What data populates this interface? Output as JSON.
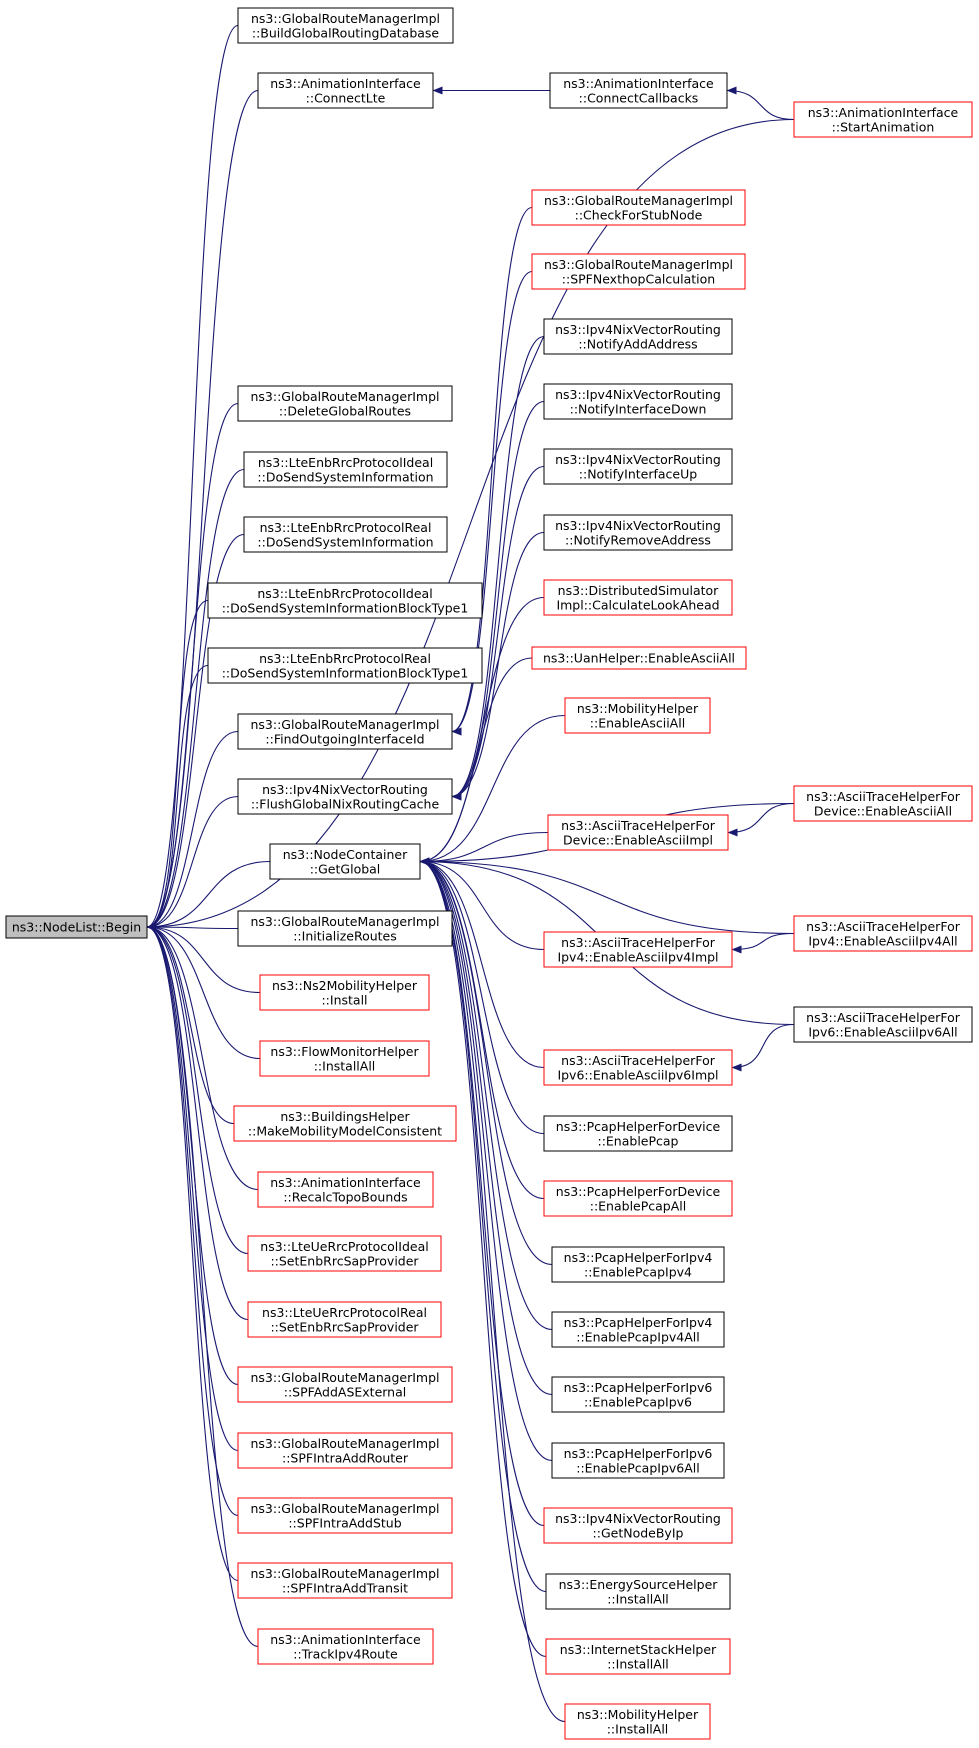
{
  "colors": {
    "edge": "#191970",
    "border_normal": "#000000",
    "border_truncated": "#ff0000",
    "root_fill": "#bfbfbf",
    "node_fill": "#ffffff"
  },
  "root": {
    "id": "nodelist-begin",
    "lines": [
      "ns3::NodeList::Begin"
    ]
  },
  "nodes": [
    {
      "id": "n-build-grdb",
      "lines": [
        "ns3::GlobalRouteManagerImpl",
        "::BuildGlobalRoutingDatabase"
      ],
      "truncated": false
    },
    {
      "id": "n-connect-lte",
      "lines": [
        "ns3::AnimationInterface",
        "::ConnectLte"
      ],
      "truncated": false
    },
    {
      "id": "n-connect-callbacks",
      "lines": [
        "ns3::AnimationInterface",
        "::ConnectCallbacks"
      ],
      "truncated": false
    },
    {
      "id": "n-start-animation",
      "lines": [
        "ns3::AnimationInterface",
        "::StartAnimation"
      ],
      "truncated": true
    },
    {
      "id": "n-check-stub",
      "lines": [
        "ns3::GlobalRouteManagerImpl",
        "::CheckForStubNode"
      ],
      "truncated": true
    },
    {
      "id": "n-spf-nexthop",
      "lines": [
        "ns3::GlobalRouteManagerImpl",
        "::SPFNexthopCalculation"
      ],
      "truncated": true
    },
    {
      "id": "n-nix-add-addr",
      "lines": [
        "ns3::Ipv4NixVectorRouting",
        "::NotifyAddAddress"
      ],
      "truncated": false
    },
    {
      "id": "n-nix-if-down",
      "lines": [
        "ns3::Ipv4NixVectorRouting",
        "::NotifyInterfaceDown"
      ],
      "truncated": false
    },
    {
      "id": "n-nix-if-up",
      "lines": [
        "ns3::Ipv4NixVectorRouting",
        "::NotifyInterfaceUp"
      ],
      "truncated": false
    },
    {
      "id": "n-nix-rm-addr",
      "lines": [
        "ns3::Ipv4NixVectorRouting",
        "::NotifyRemoveAddress"
      ],
      "truncated": false
    },
    {
      "id": "n-dist-sim",
      "lines": [
        "ns3::DistributedSimulator",
        "Impl::CalculateLookAhead"
      ],
      "truncated": true
    },
    {
      "id": "n-uan-ascii",
      "lines": [
        "ns3::UanHelper::EnableAsciiAll"
      ],
      "truncated": true
    },
    {
      "id": "n-mob-ascii",
      "lines": [
        "ns3::MobilityHelper",
        "::EnableAsciiAll"
      ],
      "truncated": true
    },
    {
      "id": "n-dev-ascii-all",
      "lines": [
        "ns3::AsciiTraceHelperFor",
        "Device::EnableAsciiAll"
      ],
      "truncated": true
    },
    {
      "id": "n-dev-ascii-impl",
      "lines": [
        "ns3::AsciiTraceHelperFor",
        "Device::EnableAsciiImpl"
      ],
      "truncated": true
    },
    {
      "id": "n-delete-routes",
      "lines": [
        "ns3::GlobalRouteManagerImpl",
        "::DeleteGlobalRoutes"
      ],
      "truncated": false
    },
    {
      "id": "n-ideal-dosend",
      "lines": [
        "ns3::LteEnbRrcProtocolIdeal",
        "::DoSendSystemInformation"
      ],
      "truncated": false
    },
    {
      "id": "n-real-dosend",
      "lines": [
        "ns3::LteEnbRrcProtocolReal",
        "::DoSendSystemInformation"
      ],
      "truncated": false
    },
    {
      "id": "n-ideal-dosend-bt1",
      "lines": [
        "ns3::LteEnbRrcProtocolIdeal",
        "::DoSendSystemInformationBlockType1"
      ],
      "truncated": false
    },
    {
      "id": "n-real-dosend-bt1",
      "lines": [
        "ns3::LteEnbRrcProtocolReal",
        "::DoSendSystemInformationBlockType1"
      ],
      "truncated": false
    },
    {
      "id": "n-find-outgoing",
      "lines": [
        "ns3::GlobalRouteManagerImpl",
        "::FindOutgoingInterfaceId"
      ],
      "truncated": false
    },
    {
      "id": "n-flush-nix",
      "lines": [
        "ns3::Ipv4NixVectorRouting",
        "::FlushGlobalNixRoutingCache"
      ],
      "truncated": false
    },
    {
      "id": "n-get-global",
      "lines": [
        "ns3::NodeContainer",
        "::GetGlobal"
      ],
      "truncated": false
    },
    {
      "id": "n-init-routes",
      "lines": [
        "ns3::GlobalRouteManagerImpl",
        "::InitializeRoutes"
      ],
      "truncated": false
    },
    {
      "id": "n-ns2-install",
      "lines": [
        "ns3::Ns2MobilityHelper",
        "::Install"
      ],
      "truncated": true
    },
    {
      "id": "n-flowmon-install",
      "lines": [
        "ns3::FlowMonitorHelper",
        "::InstallAll"
      ],
      "truncated": true
    },
    {
      "id": "n-buildings",
      "lines": [
        "ns3::BuildingsHelper",
        "::MakeMobilityModelConsistent"
      ],
      "truncated": true
    },
    {
      "id": "n-recalc-topo",
      "lines": [
        "ns3::AnimationInterface",
        "::RecalcTopoBounds"
      ],
      "truncated": true
    },
    {
      "id": "n-ue-ideal",
      "lines": [
        "ns3::LteUeRrcProtocolIdeal",
        "::SetEnbRrcSapProvider"
      ],
      "truncated": true
    },
    {
      "id": "n-ue-real",
      "lines": [
        "ns3::LteUeRrcProtocolReal",
        "::SetEnbRrcSapProvider"
      ],
      "truncated": true
    },
    {
      "id": "n-spf-asext",
      "lines": [
        "ns3::GlobalRouteManagerImpl",
        "::SPFAddASExternal"
      ],
      "truncated": true
    },
    {
      "id": "n-spf-router",
      "lines": [
        "ns3::GlobalRouteManagerImpl",
        "::SPFIntraAddRouter"
      ],
      "truncated": true
    },
    {
      "id": "n-spf-stub",
      "lines": [
        "ns3::GlobalRouteManagerImpl",
        "::SPFIntraAddStub"
      ],
      "truncated": true
    },
    {
      "id": "n-spf-transit",
      "lines": [
        "ns3::GlobalRouteManagerImpl",
        "::SPFIntraAddTransit"
      ],
      "truncated": true
    },
    {
      "id": "n-track-ipv4",
      "lines": [
        "ns3::AnimationInterface",
        "::TrackIpv4Route"
      ],
      "truncated": true
    },
    {
      "id": "n-v4-ascii-impl",
      "lines": [
        "ns3::AsciiTraceHelperFor",
        "Ipv4::EnableAsciiIpv4Impl"
      ],
      "truncated": true
    },
    {
      "id": "n-v4-ascii-all",
      "lines": [
        "ns3::AsciiTraceHelperFor",
        "Ipv4::EnableAsciiIpv4All"
      ],
      "truncated": true
    },
    {
      "id": "n-v6-ascii-all",
      "lines": [
        "ns3::AsciiTraceHelperFor",
        "Ipv6::EnableAsciiIpv6All"
      ],
      "truncated": false
    },
    {
      "id": "n-v6-ascii-impl",
      "lines": [
        "ns3::AsciiTraceHelperFor",
        "Ipv6::EnableAsciiIpv6Impl"
      ],
      "truncated": true
    },
    {
      "id": "n-pcap-dev",
      "lines": [
        "ns3::PcapHelperForDevice",
        "::EnablePcap"
      ],
      "truncated": false
    },
    {
      "id": "n-pcap-dev-all",
      "lines": [
        "ns3::PcapHelperForDevice",
        "::EnablePcapAll"
      ],
      "truncated": true
    },
    {
      "id": "n-pcap-v4",
      "lines": [
        "ns3::PcapHelperForIpv4",
        "::EnablePcapIpv4"
      ],
      "truncated": false
    },
    {
      "id": "n-pcap-v4-all",
      "lines": [
        "ns3::PcapHelperForIpv4",
        "::EnablePcapIpv4All"
      ],
      "truncated": false
    },
    {
      "id": "n-pcap-v6",
      "lines": [
        "ns3::PcapHelperForIpv6",
        "::EnablePcapIpv6"
      ],
      "truncated": false
    },
    {
      "id": "n-pcap-v6-all",
      "lines": [
        "ns3::PcapHelperForIpv6",
        "::EnablePcapIpv6All"
      ],
      "truncated": false
    },
    {
      "id": "n-nix-getnode",
      "lines": [
        "ns3::Ipv4NixVectorRouting",
        "::GetNodeByIp"
      ],
      "truncated": true
    },
    {
      "id": "n-energy-install",
      "lines": [
        "ns3::EnergySourceHelper",
        "::InstallAll"
      ],
      "truncated": false
    },
    {
      "id": "n-inet-install",
      "lines": [
        "ns3::InternetStackHelper",
        "::InstallAll"
      ],
      "truncated": true
    },
    {
      "id": "n-mob-install",
      "lines": [
        "ns3::MobilityHelper",
        "::InstallAll"
      ],
      "truncated": true
    }
  ],
  "edges": [
    {
      "from": "n-build-grdb",
      "to": "nodelist-begin"
    },
    {
      "from": "n-connect-lte",
      "to": "nodelist-begin"
    },
    {
      "from": "n-start-animation",
      "to": "nodelist-begin"
    },
    {
      "from": "n-connect-callbacks",
      "to": "n-connect-lte"
    },
    {
      "from": "n-start-animation",
      "to": "n-connect-callbacks"
    },
    {
      "from": "n-delete-routes",
      "to": "nodelist-begin"
    },
    {
      "from": "n-ideal-dosend",
      "to": "nodelist-begin"
    },
    {
      "from": "n-real-dosend",
      "to": "nodelist-begin"
    },
    {
      "from": "n-ideal-dosend-bt1",
      "to": "nodelist-begin"
    },
    {
      "from": "n-real-dosend-bt1",
      "to": "nodelist-begin"
    },
    {
      "from": "n-find-outgoing",
      "to": "nodelist-begin"
    },
    {
      "from": "n-flush-nix",
      "to": "nodelist-begin"
    },
    {
      "from": "n-get-global",
      "to": "nodelist-begin"
    },
    {
      "from": "n-init-routes",
      "to": "nodelist-begin"
    },
    {
      "from": "n-ns2-install",
      "to": "nodelist-begin"
    },
    {
      "from": "n-flowmon-install",
      "to": "nodelist-begin"
    },
    {
      "from": "n-buildings",
      "to": "nodelist-begin"
    },
    {
      "from": "n-recalc-topo",
      "to": "nodelist-begin"
    },
    {
      "from": "n-ue-ideal",
      "to": "nodelist-begin"
    },
    {
      "from": "n-ue-real",
      "to": "nodelist-begin"
    },
    {
      "from": "n-spf-asext",
      "to": "nodelist-begin"
    },
    {
      "from": "n-spf-router",
      "to": "nodelist-begin"
    },
    {
      "from": "n-spf-stub",
      "to": "nodelist-begin"
    },
    {
      "from": "n-spf-transit",
      "to": "nodelist-begin"
    },
    {
      "from": "n-track-ipv4",
      "to": "nodelist-begin"
    },
    {
      "from": "n-check-stub",
      "to": "n-find-outgoing"
    },
    {
      "from": "n-spf-nexthop",
      "to": "n-find-outgoing"
    },
    {
      "from": "n-nix-add-addr",
      "to": "n-flush-nix"
    },
    {
      "from": "n-nix-if-down",
      "to": "n-flush-nix"
    },
    {
      "from": "n-nix-if-up",
      "to": "n-flush-nix"
    },
    {
      "from": "n-nix-rm-addr",
      "to": "n-flush-nix"
    },
    {
      "from": "n-dist-sim",
      "to": "n-get-global"
    },
    {
      "from": "n-uan-ascii",
      "to": "n-get-global"
    },
    {
      "from": "n-mob-ascii",
      "to": "n-get-global"
    },
    {
      "from": "n-dev-ascii-all",
      "to": "n-get-global"
    },
    {
      "from": "n-dev-ascii-impl",
      "to": "n-get-global"
    },
    {
      "from": "n-v4-ascii-impl",
      "to": "n-get-global"
    },
    {
      "from": "n-v4-ascii-all",
      "to": "n-get-global"
    },
    {
      "from": "n-v6-ascii-all",
      "to": "n-get-global"
    },
    {
      "from": "n-v6-ascii-impl",
      "to": "n-get-global"
    },
    {
      "from": "n-pcap-dev",
      "to": "n-get-global"
    },
    {
      "from": "n-pcap-dev-all",
      "to": "n-get-global"
    },
    {
      "from": "n-pcap-v4",
      "to": "n-get-global"
    },
    {
      "from": "n-pcap-v4-all",
      "to": "n-get-global"
    },
    {
      "from": "n-pcap-v6",
      "to": "n-get-global"
    },
    {
      "from": "n-pcap-v6-all",
      "to": "n-get-global"
    },
    {
      "from": "n-nix-getnode",
      "to": "n-get-global"
    },
    {
      "from": "n-energy-install",
      "to": "n-get-global"
    },
    {
      "from": "n-inet-install",
      "to": "n-get-global"
    },
    {
      "from": "n-mob-install",
      "to": "n-get-global"
    },
    {
      "from": "n-dev-ascii-all",
      "to": "n-dev-ascii-impl"
    },
    {
      "from": "n-v4-ascii-all",
      "to": "n-v4-ascii-impl"
    },
    {
      "from": "n-v6-ascii-all",
      "to": "n-v6-ascii-impl"
    }
  ]
}
